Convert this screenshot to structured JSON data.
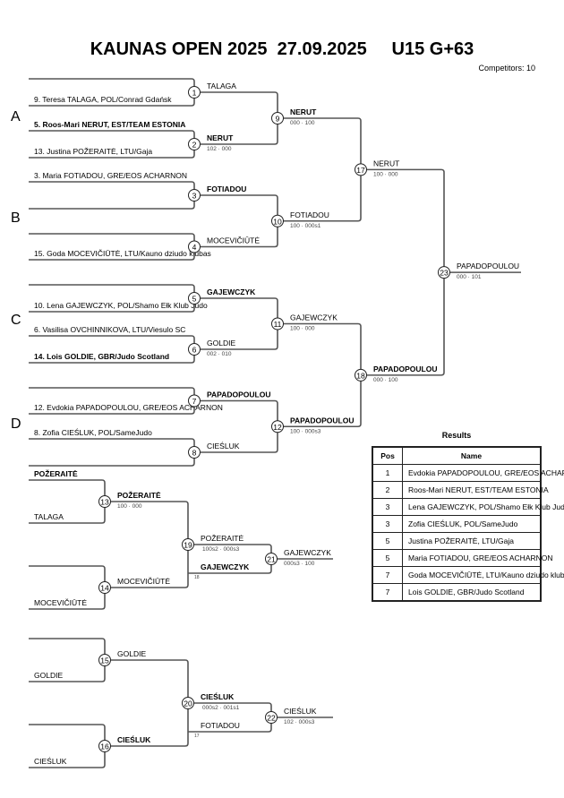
{
  "header": {
    "title": "KAUNAS OPEN 2025  27.09.2025     U15 G+63",
    "competitors": "Competitors: 10"
  },
  "pools": [
    "A",
    "B",
    "C",
    "D"
  ],
  "entries": [
    {
      "slot": 1,
      "label": "",
      "bold": false
    },
    {
      "slot": 2,
      "label": "9. Teresa TALAGA, POL/Conrad Gdańsk",
      "bold": false
    },
    {
      "slot": 3,
      "label": "5. Roos-Mari NERUT, EST/TEAM ESTONIA",
      "bold": true
    },
    {
      "slot": 4,
      "label": "13. Justina POŽERAITĖ, LTU/Gaja",
      "bold": false
    },
    {
      "slot": 5,
      "label": "3. Maria FOTIADOU, GRE/EOS ACHARNON",
      "bold": false
    },
    {
      "slot": 6,
      "label": "",
      "bold": false
    },
    {
      "slot": 7,
      "label": "",
      "bold": false
    },
    {
      "slot": 8,
      "label": "15. Goda MOCEVIČIŪTĖ, LTU/Kauno dziudo klubas",
      "bold": false
    },
    {
      "slot": 9,
      "label": "",
      "bold": false
    },
    {
      "slot": 10,
      "label": "10. Lena GAJEWCZYK, POL/Shamo Ełk Klub Judo",
      "bold": false
    },
    {
      "slot": 11,
      "label": "6. Vasilisa OVCHINNIKOVA, LTU/Viesulo SC",
      "bold": false
    },
    {
      "slot": 12,
      "label": "14. Lois GOLDIE, GBR/Judo Scotland",
      "bold": true
    },
    {
      "slot": 13,
      "label": "",
      "bold": false
    },
    {
      "slot": 14,
      "label": "12. Evdokia PAPADOPOULOU, GRE/EOS ACHARNON",
      "bold": false
    },
    {
      "slot": 15,
      "label": "8. Zofia CIEŚLUK, POL/SameJudo",
      "bold": false
    },
    {
      "slot": 16,
      "label": "",
      "bold": false
    }
  ],
  "main_matches": [
    {
      "id": "1",
      "winner": "TALAGA",
      "bold": false,
      "score": ""
    },
    {
      "id": "2",
      "winner": "NERUT",
      "bold": true,
      "score": "102 · 000"
    },
    {
      "id": "3",
      "winner": "FOTIADOU",
      "bold": true,
      "score": ""
    },
    {
      "id": "4",
      "winner": "MOCEVIČIŪTĖ",
      "bold": false,
      "score": ""
    },
    {
      "id": "5",
      "winner": "GAJEWCZYK",
      "bold": true,
      "score": ""
    },
    {
      "id": "6",
      "winner": "GOLDIE",
      "bold": false,
      "score": "002 · 010"
    },
    {
      "id": "7",
      "winner": "PAPADOPOULOU",
      "bold": true,
      "score": ""
    },
    {
      "id": "8",
      "winner": "CIEŚLUK",
      "bold": false,
      "score": ""
    },
    {
      "id": "9",
      "winner": "NERUT",
      "bold": true,
      "score": "000 · 100"
    },
    {
      "id": "10",
      "winner": "FOTIADOU",
      "bold": false,
      "score": "100 · 000s1"
    },
    {
      "id": "11",
      "winner": "GAJEWCZYK",
      "bold": false,
      "score": "100 · 000"
    },
    {
      "id": "12",
      "winner": "PAPADOPOULOU",
      "bold": true,
      "score": "100 · 000s3"
    },
    {
      "id": "17",
      "winner": "NERUT",
      "bold": false,
      "score": "100 · 000"
    },
    {
      "id": "18",
      "winner": "PAPADOPOULOU",
      "bold": true,
      "score": "000 · 100"
    },
    {
      "id": "23",
      "winner": "PAPADOPOULOU",
      "bold": false,
      "score": "000 · 101"
    }
  ],
  "repechage": [
    {
      "entries": [
        {
          "label": "POŽERAITĖ",
          "bold": true
        },
        {
          "label": "TALAGA",
          "bold": false
        },
        {
          "label": "",
          "bold": false
        },
        {
          "label": "MOCEVIČIŪTĖ",
          "bold": false
        }
      ],
      "m1": {
        "id": "13",
        "winner": "POŽERAITĖ",
        "bold": true,
        "score": "100 · 000"
      },
      "m2": {
        "id": "14",
        "winner": "MOCEVIČIŪTĖ",
        "bold": false,
        "score": ""
      },
      "m3": {
        "id": "19",
        "winner": "POŽERAITĖ",
        "bold": false,
        "score": "100s2 · 000s3"
      },
      "cross": {
        "label": "GAJEWCZYK",
        "bold": true,
        "from": "18"
      },
      "final": {
        "id": "21",
        "winner": "GAJEWCZYK",
        "bold": false,
        "score": "000s3 · 100"
      }
    },
    {
      "entries": [
        {
          "label": "",
          "bold": false
        },
        {
          "label": "GOLDIE",
          "bold": false
        },
        {
          "label": "",
          "bold": false
        },
        {
          "label": "CIEŚLUK",
          "bold": false
        }
      ],
      "m1": {
        "id": "15",
        "winner": "GOLDIE",
        "bold": false,
        "score": ""
      },
      "m2": {
        "id": "16",
        "winner": "CIEŚLUK",
        "bold": true,
        "score": ""
      },
      "m3": {
        "id": "20",
        "winner": "CIEŚLUK",
        "bold": true,
        "score": "000s2 · 001s1"
      },
      "cross": {
        "label": "FOTIADOU",
        "bold": false,
        "from": "17"
      },
      "final": {
        "id": "22",
        "winner": "CIEŚLUK",
        "bold": false,
        "score": "102 · 000s3"
      }
    }
  ],
  "results": {
    "title": "Results",
    "headers": {
      "pos": "Pos",
      "name": "Name"
    },
    "rows": [
      {
        "pos": "1",
        "name": "Evdokia PAPADOPOULOU, GRE/EOS ACHARNON"
      },
      {
        "pos": "2",
        "name": "Roos-Mari NERUT, EST/TEAM ESTONIA"
      },
      {
        "pos": "3",
        "name": "Lena GAJEWCZYK, POL/Shamo Ełk Klub Judo"
      },
      {
        "pos": "3",
        "name": "Zofia CIEŚLUK, POL/SameJudo"
      },
      {
        "pos": "5",
        "name": "Justina POŽERAITĖ, LTU/Gaja"
      },
      {
        "pos": "5",
        "name": "Maria FOTIADOU, GRE/EOS ACHARNON"
      },
      {
        "pos": "7",
        "name": "Goda MOCEVIČIŪTĖ, LTU/Kauno dziudo klubas"
      },
      {
        "pos": "7",
        "name": "Lois GOLDIE, GBR/Judo Scotland"
      }
    ]
  }
}
